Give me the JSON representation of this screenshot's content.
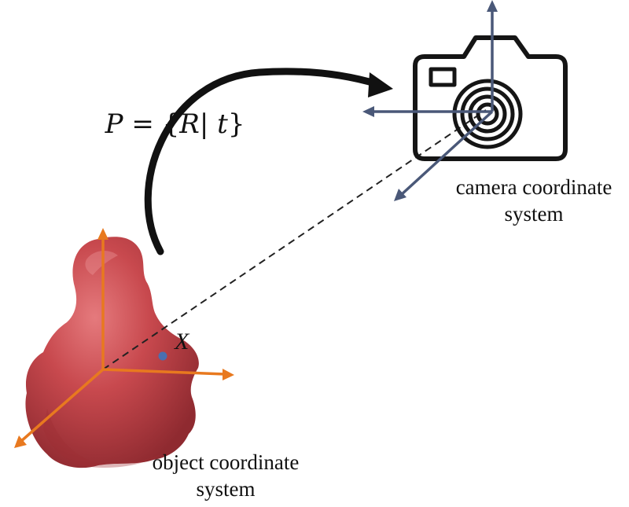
{
  "formula": {
    "p": "P",
    "eq": " = {",
    "r": "R",
    "bar": "| ",
    "t": "t",
    "close": "}"
  },
  "point_label": "X",
  "camera_label": {
    "line1": "camera coordinate",
    "line2": "system"
  },
  "object_label": {
    "line1": "object coordinate",
    "line2": "system"
  },
  "colors": {
    "object_fill": "#c8494e",
    "object_shade": "#9e2f35",
    "object_axes": "#e8791f",
    "camera_axes": "#4a5878",
    "camera_outline": "#151515",
    "point": "#4a6fb0",
    "dashed_line": "#222222"
  },
  "icons": {
    "camera": "camera-icon",
    "object": "object-blob",
    "transform_arrow": "curved-arrow"
  }
}
